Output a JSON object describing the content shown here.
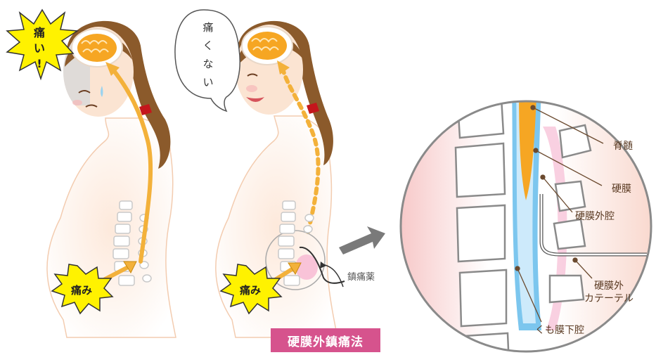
{
  "title": "硬膜外鎮痛法",
  "left_figure": {
    "shout": [
      "痛",
      "い",
      "!"
    ],
    "pain_label": "痛み"
  },
  "middle_figure": {
    "speech": [
      "痛",
      "く",
      "な",
      "い"
    ],
    "pain_label": "痛み",
    "drug_label": "鎮痛薬"
  },
  "detail": {
    "labels": {
      "spinal_cord": "脊髄",
      "dura": "硬膜",
      "epidural_space": "硬膜外腔",
      "catheter_line1": "硬膜外",
      "catheter_line2": "カテーテル",
      "subarachnoid": "くも膜下腔"
    }
  },
  "colors": {
    "pain_arrow": "#f3b13a",
    "brain": "#f6a623",
    "hair": "#8b5a2b",
    "burst": "#fff200",
    "title_bg": "#d6538d",
    "csf_blue": "#7cc6ee",
    "skin": "#fbe9dc"
  }
}
